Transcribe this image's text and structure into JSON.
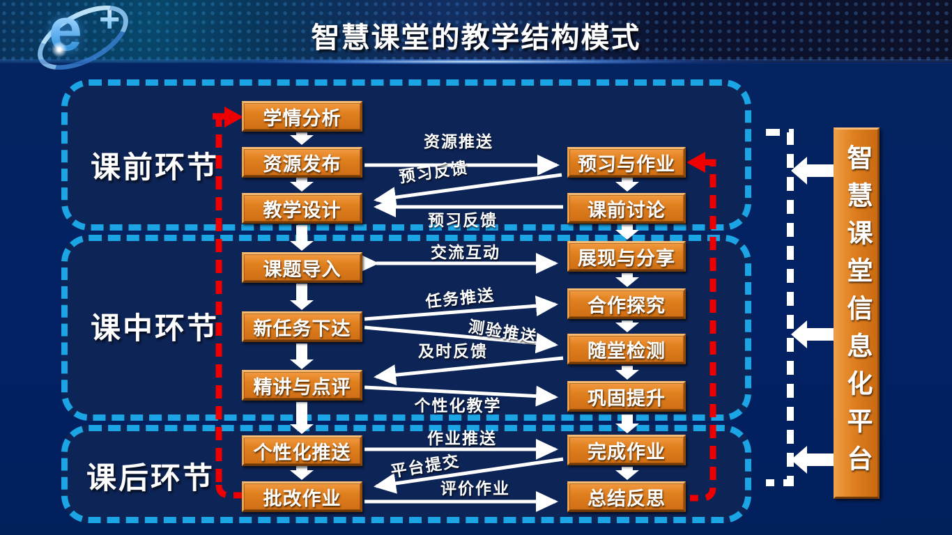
{
  "header": {
    "title": "智慧课堂的教学结构模式",
    "logo": {
      "letter": "e",
      "plus": "+"
    }
  },
  "sections": [
    {
      "label": "课前环节"
    },
    {
      "label": "课中环节"
    },
    {
      "label": "课后环节"
    }
  ],
  "steps_left": [
    "学情分析",
    "资源发布",
    "教学设计",
    "课题导入",
    "新任务下达",
    "精讲与点评",
    "个性化推送",
    "批改作业"
  ],
  "steps_right": [
    "预习与作业",
    "课前讨论",
    "展现与分享",
    "合作探究",
    "随堂检测",
    "巩固提升",
    "完成作业",
    "总结反思"
  ],
  "edges": [
    {
      "label": "资源推送",
      "from": "资源发布",
      "to": "预习与作业"
    },
    {
      "label": "预习反馈",
      "from": "预习与作业",
      "to": "教学设计"
    },
    {
      "label": "预习反馈",
      "from": "课前讨论",
      "to": "教学设计"
    },
    {
      "label": "交流互动",
      "from": "课题导入",
      "to": "展现与分享",
      "bidirectional": true
    },
    {
      "label": "任务推送",
      "from": "新任务下达",
      "to": "合作探究"
    },
    {
      "label": "测验推送",
      "from": "新任务下达",
      "to": "随堂检测"
    },
    {
      "label": "及时反馈",
      "from": "随堂检测",
      "to": "精讲与点评"
    },
    {
      "label": "个性化教学",
      "from": "精讲与点评",
      "to": "巩固提升"
    },
    {
      "label": "作业推送",
      "from": "个性化推送",
      "to": "完成作业"
    },
    {
      "label": "平台提交",
      "from": "完成作业",
      "to": "批改作业"
    },
    {
      "label": "评价作业",
      "from": "批改作业",
      "to": "总结反思"
    }
  ],
  "loops": [
    {
      "from": "批改作业",
      "to": "学情分析"
    },
    {
      "from": "总结反思",
      "to": "预习与作业"
    }
  ],
  "platform": {
    "label": "智慧课堂信息化平台"
  },
  "colors": {
    "background": "#03215f",
    "section_fill": "#0d2456",
    "section_border": "#1ca5e5",
    "box_orange": "#dd7e1e",
    "loop_red": "#ef0000",
    "text": "#ffffff"
  }
}
